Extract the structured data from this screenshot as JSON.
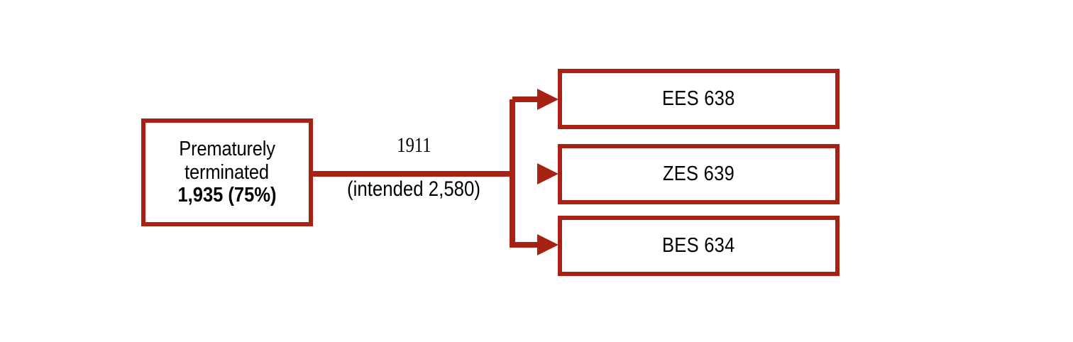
{
  "diagram": {
    "type": "flow-diagram",
    "accent_color": "#A82213",
    "background_color": "#FFFFFF",
    "text_color": "#000000",
    "source_node": {
      "line1": "Prematurely",
      "line2": "terminated",
      "line3": "1,935 (75%)"
    },
    "edge": {
      "label_above": "1911",
      "label_below": "(intended 2,580)"
    },
    "outcomes": [
      {
        "label": "EES 638"
      },
      {
        "label": "ZES 639"
      },
      {
        "label": "BES 634"
      }
    ]
  }
}
